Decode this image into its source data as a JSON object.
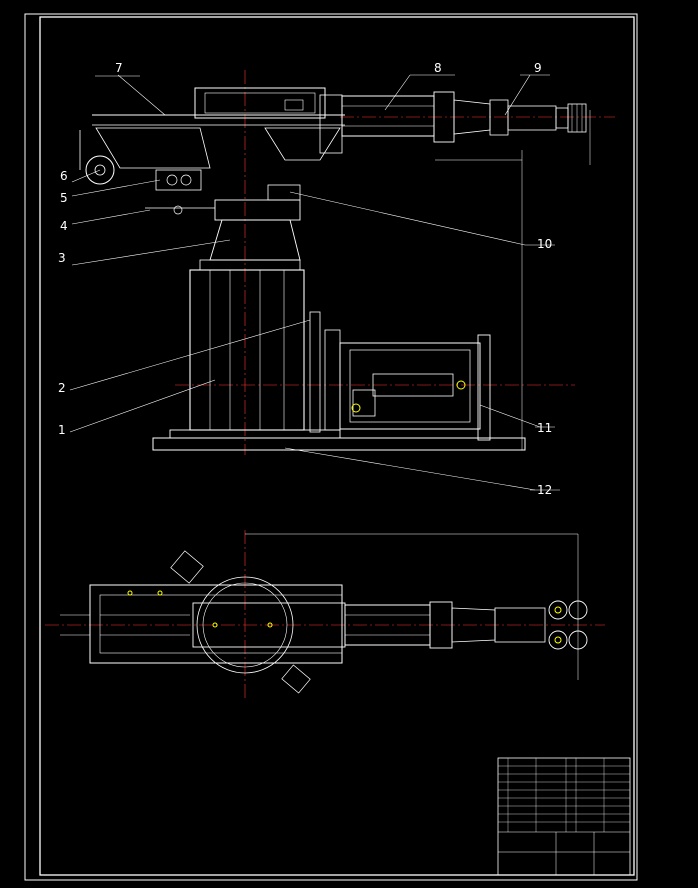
{
  "drawing": {
    "callouts": [
      "1",
      "2",
      "3",
      "4",
      "5",
      "6",
      "7",
      "8",
      "9",
      "10",
      "11",
      "12"
    ],
    "colors": {
      "background": "#000000",
      "linework": "#ffffff",
      "centerline": "#ff3333",
      "accent": "#ffff00",
      "cyan": "#00e0ff"
    }
  }
}
